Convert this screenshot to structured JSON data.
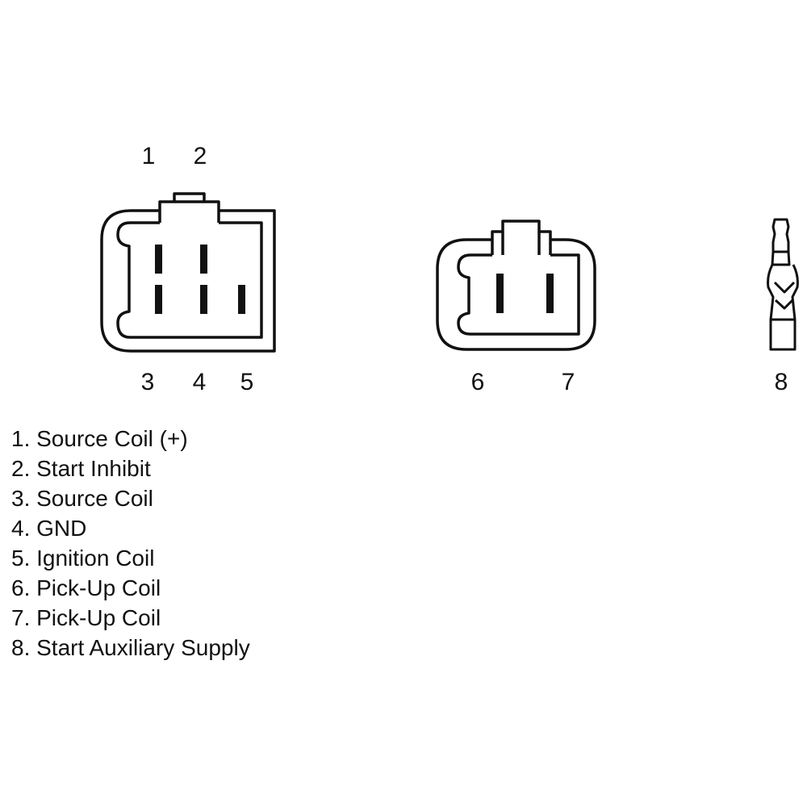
{
  "connectors": [
    {
      "id": "five-pin-connector",
      "pins_top": [
        "1",
        "2"
      ],
      "pins_bottom": [
        "3",
        "4",
        "5"
      ]
    },
    {
      "id": "two-pin-connector",
      "pins_bottom": [
        "6",
        "7"
      ]
    },
    {
      "id": "bullet-connector",
      "pins_bottom": [
        "8"
      ]
    }
  ],
  "legend": [
    "1. Source Coil (+)",
    "2. Start Inhibit",
    "3. Source Coil",
    "4. GND",
    "5. Ignition Coil",
    "6. Pick-Up Coil",
    "7. Pick-Up Coil",
    "8. Start Auxiliary Supply"
  ],
  "colors": {
    "stroke": "#111111",
    "background": "#ffffff"
  }
}
